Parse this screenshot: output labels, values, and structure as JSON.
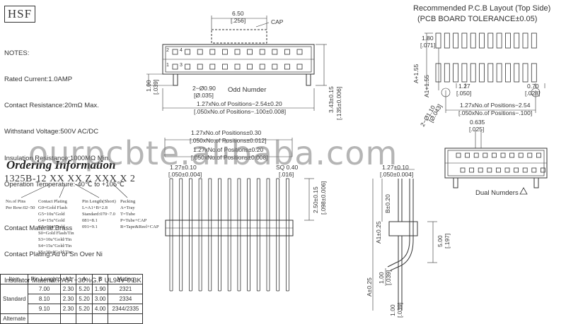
{
  "logo": "HSF",
  "notes": {
    "heading": "NOTES:",
    "lines": [
      "Rated Current:1.0AMP",
      "Contact Resistance:20mΩ Max.",
      "Withstand Voltage:500V AC/DC",
      "Insulation Resistance:1000MΩ Min.",
      "Operation Temperature:-40℃ to +105℃",
      "",
      "Contact Material:Brass",
      "Contact Plating:Au or Sn Over Ni",
      "Insulator Material:PA9T+30%G.F UL94V-0 BK"
    ]
  },
  "top_view": {
    "dim_650": "6.50",
    "dim_256": "[.256]",
    "cap": "CAP",
    "hole": "2−Ø0.90",
    "hole_in": "[Ø.035]",
    "left_100": "1.00",
    "left_039": "[.039]",
    "caption": "Odd Numder",
    "pitch_line1": "1.27xNo.of Positions−2.54±0.20",
    "pitch_line2": "[.050xNo.of Positions−.100±0.008]",
    "right_343": "3.43±0.15",
    "right_135": "[.135±0.006]",
    "pin_labels": [
      "2",
      "4",
      "1",
      "3"
    ]
  },
  "pcb_layout": {
    "title1": "Recommended P.C.B Layout (Top Side)",
    "title2": "(PCB BOARD TOLERANCE±0.05)",
    "d180": "1.80",
    "d071": "[.071]",
    "a155": "A+1.55",
    "a1155": "A1+1.55",
    "d127": "1.27",
    "d050": "[.050]",
    "d070": "0.70",
    "d028": "[.028]",
    "hole": "2−Ø1.10",
    "hole_in": "[Ø.043]",
    "pitch1": "1.27xNo.of Positions−2.54",
    "pitch2": "[.050xNo.of Positions−.100]"
  },
  "dual_view": {
    "d0635": "0.635",
    "d025": "[.025]",
    "caption": "Dual Numders"
  },
  "front_view": {
    "p1": "1.27xNo.of Positions±0.30",
    "p1in": "[.050xNo.of Positions±0.012]",
    "p2": "1.27xNo.of Positions±0.20",
    "p2in": "[.050xNo.of Positions±0.008]",
    "pitch": "1.27±0.10",
    "pitch_in": "[.050±0.004]",
    "sq": "SQ 0.40",
    "sq_in": "[.016]",
    "h250": "2.50±0.15",
    "h098": "[.098±0.006]"
  },
  "side_view": {
    "pitch": "1.27±0.10",
    "pitch_in": "[.050±0.004]",
    "b": "B±0.20",
    "a1": "A1±0.25",
    "a": "A±0.25",
    "h500": "5.00",
    "h197": "[.197]",
    "h100a": "1.00",
    "h039a": "[.039]",
    "h100b": "1.00",
    "h039b": "[.039]"
  },
  "ordering": {
    "title": "Ordering Information",
    "part_number": "1325B-12 XX XX Z XXX X 2",
    "col1": [
      "No.of Pins",
      "Per Row:02~50"
    ],
    "col2": [
      "Contact Plating",
      "G0=Gold Flash",
      "G5=10u\"Gold",
      "G4=15u\"Gold",
      "G5=30u\"Gold",
      "S0=Gold Flash/Tin",
      "S3=10u\"Gold/Tin",
      "S4=15u\"Gold/Tin",
      "S5=30u\"Gold/Tin"
    ],
    "col3": [
      "Pin Length(Short)",
      "L=A1+B+2.8",
      "Standard:070~7.0",
      "081=8.1",
      "091=9.1"
    ],
    "col4": [
      "Packing",
      "A=Tray",
      "T=Tube",
      "P=Tube+CAP",
      "R=Tape&Reel+CAP"
    ]
  },
  "table": {
    "headers": [
      "Item",
      "Pin Lenght",
      "A1",
      "A",
      "B",
      "Mating"
    ],
    "group_label": "Standard",
    "rows": [
      [
        "7.00",
        "2.30",
        "5.20",
        "1.90",
        "2321"
      ],
      [
        "8.10",
        "2.30",
        "5.20",
        "3.00",
        "2334"
      ],
      [
        "9.10",
        "2.30",
        "5.20",
        "4.00",
        "2344/2335"
      ]
    ],
    "last_label": "Alternate"
  },
  "watermark": "ourpcbte.alibaba.com"
}
